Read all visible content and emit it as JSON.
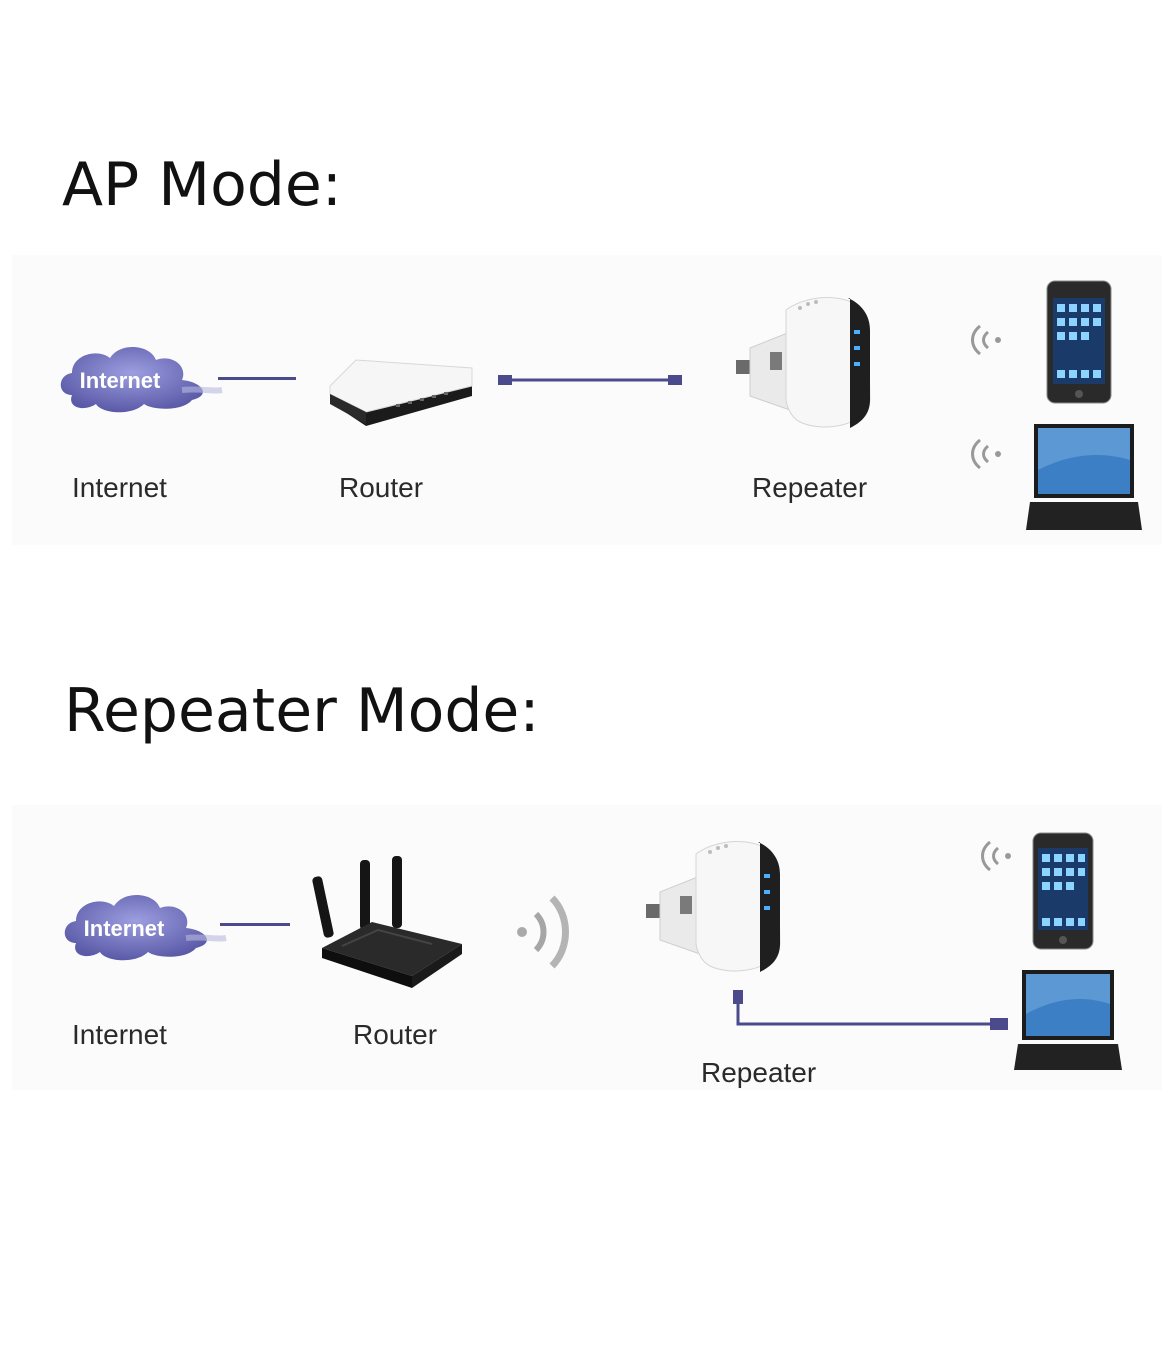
{
  "ap_mode": {
    "title": "AP Mode:",
    "cloud_text": "Internet",
    "labels": {
      "internet": "Internet",
      "router": "Router",
      "repeater": "Repeater"
    }
  },
  "repeater_mode": {
    "title": "Repeater Mode:",
    "cloud_text": "Internet",
    "labels": {
      "internet": "Internet",
      "router": "Router",
      "repeater": "Repeater"
    }
  },
  "colors": {
    "cable": "#4a4a8c",
    "cloud": "#6f6fb8",
    "device_white": "#f2f2f2",
    "device_dark": "#1b1b1b",
    "screen_blue": "#3d7fc4"
  },
  "icons": {
    "internet": "cloud-icon",
    "ap_router": "router-icon",
    "wifi_router": "wifi-router-icon",
    "repeater": "repeater-icon",
    "phone": "smartphone-icon",
    "laptop": "laptop-icon",
    "wifi": "wifi-signal-icon",
    "cable_plug": "ethernet-plug-icon"
  }
}
